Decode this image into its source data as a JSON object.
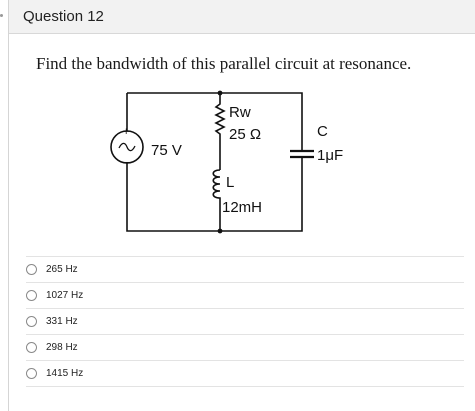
{
  "question": {
    "title": "Question 12",
    "text": "Find the bandwidth of this parallel circuit at resonance."
  },
  "circuit": {
    "source_voltage": "75 V",
    "source_plus": "+",
    "source_minus": "−",
    "resistor_name": "Rw",
    "resistor_value": "25 Ω",
    "inductor_name": "L",
    "inductor_value": "12mH",
    "capacitor_name": "C",
    "capacitor_value": "1μF"
  },
  "options": [
    {
      "label": "265 Hz"
    },
    {
      "label": "1027 Hz"
    },
    {
      "label": "331 Hz"
    },
    {
      "label": "298 Hz"
    },
    {
      "label": "1415 Hz"
    }
  ]
}
